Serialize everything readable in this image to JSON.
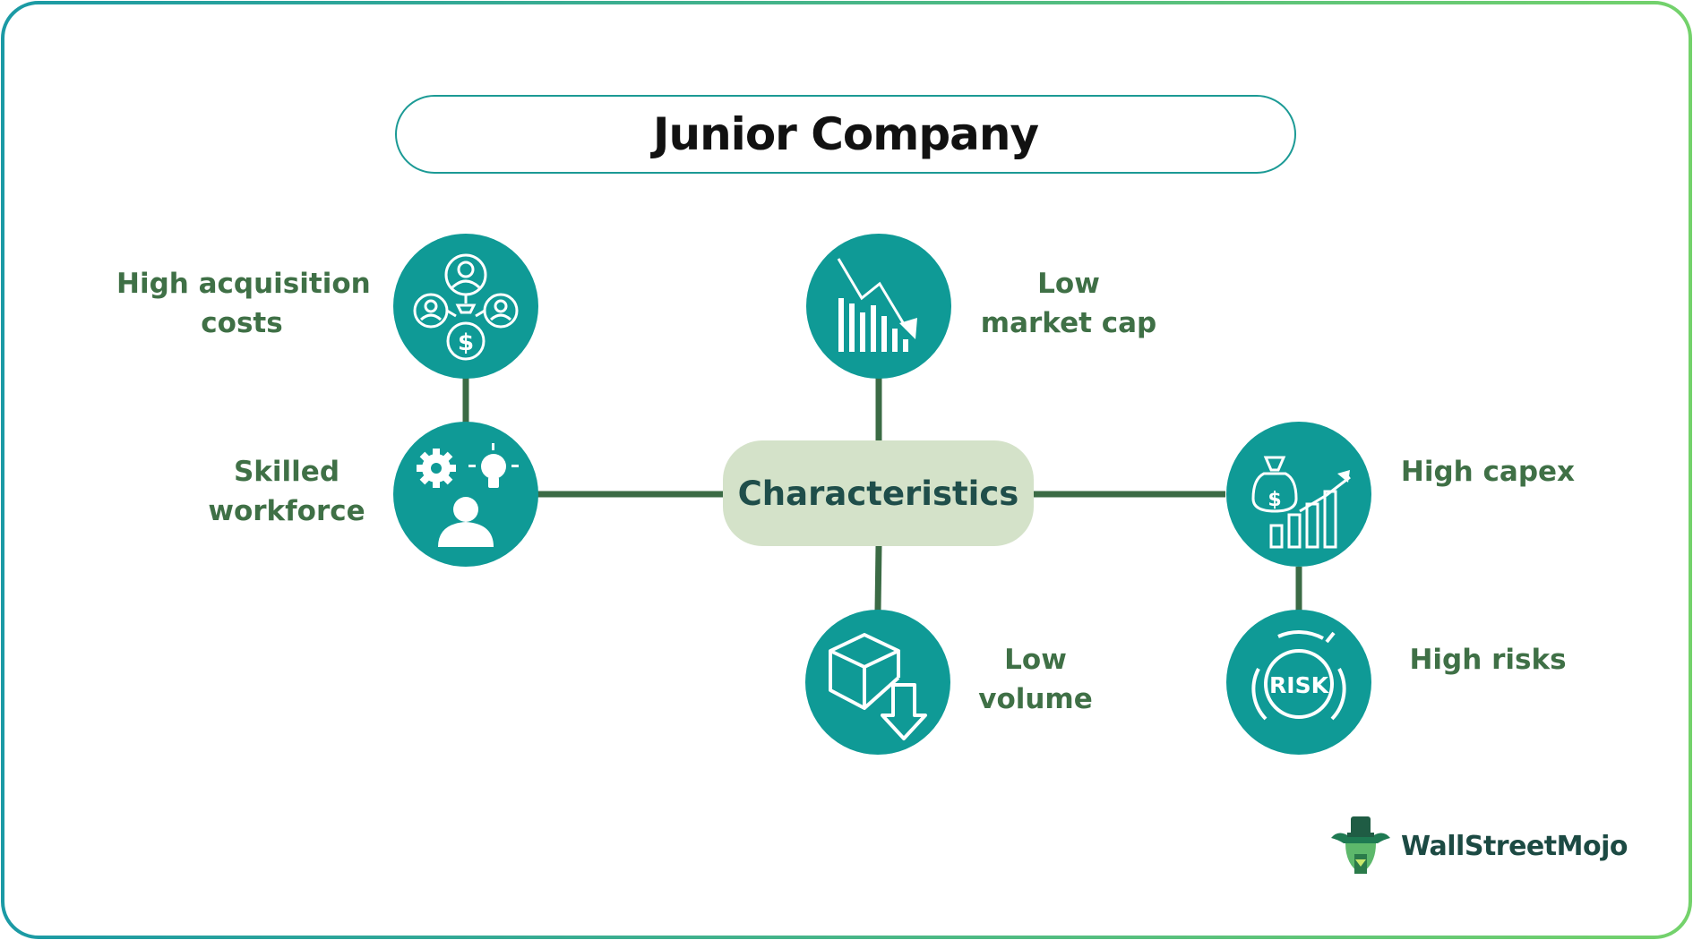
{
  "title": "Junior Company",
  "center": "Characteristics",
  "nodes": [
    {
      "label_lines": [
        "High acquisition",
        "costs"
      ],
      "icon": "team-money-icon"
    },
    {
      "label_lines": [
        "Skilled",
        "workforce"
      ],
      "icon": "skills-icon"
    },
    {
      "label_lines": [
        "Low",
        "market cap"
      ],
      "icon": "declining-chart-icon"
    },
    {
      "label_lines": [
        "Low",
        "volume"
      ],
      "icon": "box-down-icon"
    },
    {
      "label_lines": [
        "High capex"
      ],
      "icon": "capex-growth-icon"
    },
    {
      "label_lines": [
        "High risks"
      ],
      "icon": "risk-dial-icon"
    }
  ],
  "brand": "WallStreetMojo",
  "colors": {
    "teal": "#0f9a96",
    "connector": "#3b6b45",
    "label": "#3f7046",
    "center_fill": "#d4e2c9",
    "frame_gradient": [
      "#1b9aa5",
      "#74d26b"
    ]
  }
}
